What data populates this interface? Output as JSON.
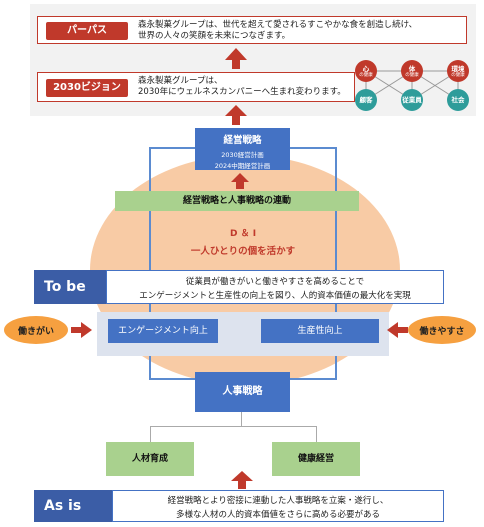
{
  "purpose": {
    "label": "パーパス",
    "text_line1": "森永製菓グループは、世代を超えて愛されるすこやかな食を創造し続け、",
    "text_line2": "世界の人々の笑顔を未来につなぎます。"
  },
  "vision": {
    "label": "2030ビジョン",
    "text_line1": "森永製菓グループは、",
    "text_line2": "2030年にウェルネスカンパニーへ生まれ変わります。",
    "circles": [
      {
        "title": "心",
        "sub": "の健康",
        "color": "#c0392b"
      },
      {
        "title": "体",
        "sub": "の健康",
        "color": "#c0392b"
      },
      {
        "title": "環境",
        "sub": "の健康",
        "color": "#c0392b"
      },
      {
        "title": "顧客",
        "sub": "",
        "color": "#2e9c9a"
      },
      {
        "title": "従業員",
        "sub": "",
        "color": "#2e9c9a"
      },
      {
        "title": "社会",
        "sub": "",
        "color": "#2e9c9a"
      }
    ]
  },
  "strategy": {
    "title": "経営戦略",
    "line1": "2030経営計画",
    "line2": "2024中期経営計画"
  },
  "linkage": "経営戦略と人事戦略の連動",
  "dei": {
    "title": "D ＆ I",
    "subtitle": "一人ひとりの個を活かす"
  },
  "to_be": {
    "label": "To be",
    "line1": "従業員が働きがいと働きやすさを高めることで",
    "line2": "エンゲージメントと生産性の向上を図り、人的資本価値の最大化を実現"
  },
  "engagement": "エンゲージメント向上",
  "productivity": "生産性向上",
  "motivation": "働きがい",
  "comfort": "働きやすさ",
  "hr_strategy": "人事戦略",
  "talent": "人材育成",
  "health": "健康経営",
  "as_is": {
    "label": "As is",
    "line1": "経営戦略とより密接に連動した人事戦略を立案・遂行し、",
    "line2": "多様な人材の人的資本価値をさらに高める必要がある"
  },
  "colors": {
    "red": "#c0392b",
    "blue": "#4472c4",
    "navy": "#2f4f8f",
    "green": "#a9d18e",
    "orange": "#f6a040",
    "peach": "#f8cba5",
    "teal": "#2e9c9a"
  }
}
